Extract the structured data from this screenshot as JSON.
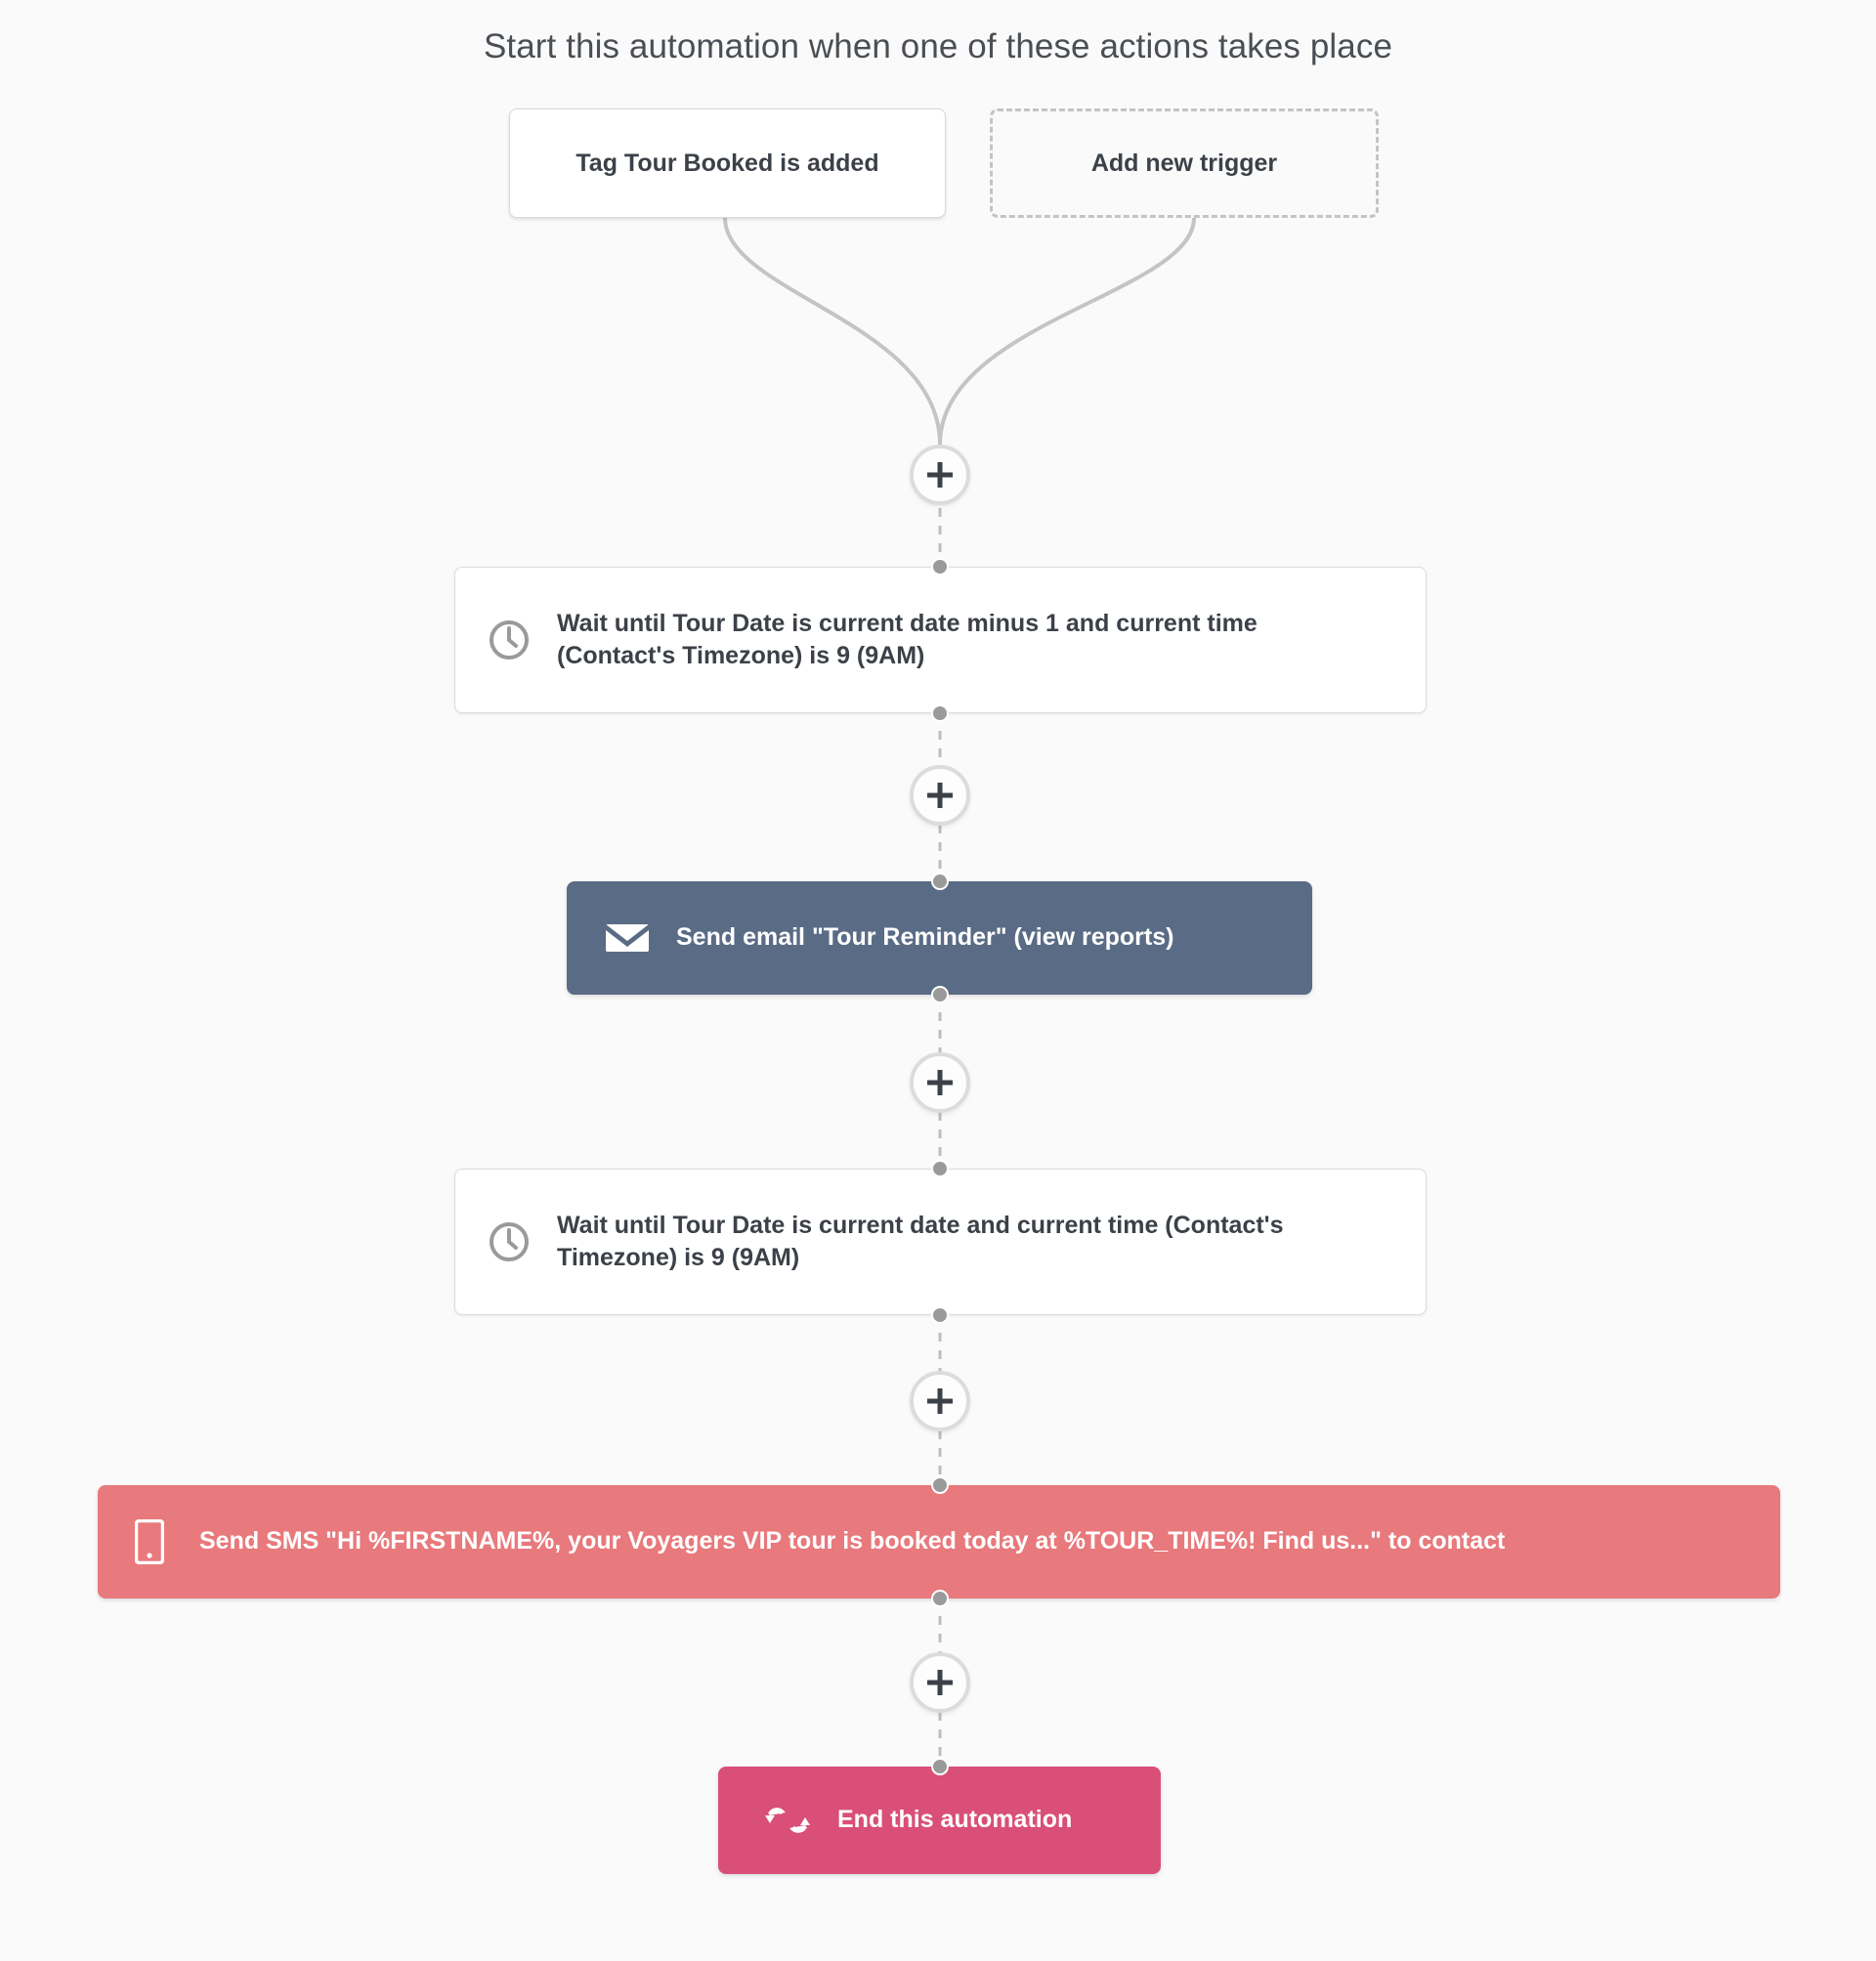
{
  "header": {
    "title": "Start this automation when one of these actions takes place"
  },
  "colors": {
    "background": "#fafafa",
    "text_dark": "#3c4148",
    "title_text": "#4a4f55",
    "card_border": "#dcdcdc",
    "connector": "#c4c4c4",
    "node_dot": "#9a9a9a",
    "email_node": "#5a6b85",
    "sms_node": "#e8797c",
    "end_node": "#d94f78"
  },
  "triggers": [
    {
      "label": "Tag Tour Booked is added",
      "style": "solid"
    },
    {
      "label": "Add new trigger",
      "style": "dashed"
    }
  ],
  "add_step_buttons": [
    {
      "label": "+",
      "name": "add-step-after-triggers"
    },
    {
      "label": "+",
      "name": "add-step-after-wait-1"
    },
    {
      "label": "+",
      "name": "add-step-after-email"
    },
    {
      "label": "+",
      "name": "add-step-after-wait-2"
    },
    {
      "label": "+",
      "name": "add-step-after-sms"
    }
  ],
  "steps": [
    {
      "type": "wait",
      "icon": "clock-icon",
      "label": "Wait until Tour Date is current date minus 1 and current time (Contact's Timezone) is 9 (9AM)"
    },
    {
      "type": "email",
      "icon": "envelope-icon",
      "label": "Send email \"Tour Reminder\" (view reports)"
    },
    {
      "type": "wait",
      "icon": "clock-icon",
      "label": "Wait until Tour Date is current date and current time (Contact's Timezone) is 9 (9AM)"
    },
    {
      "type": "sms",
      "icon": "mobile-phone-icon",
      "label": "Send SMS \"Hi %FIRSTNAME%, your Voyagers VIP tour is booked today at %TOUR_TIME%! Find us...\" to contact"
    },
    {
      "type": "end",
      "icon": "exchange-arrows-icon",
      "label": "End this automation"
    }
  ]
}
